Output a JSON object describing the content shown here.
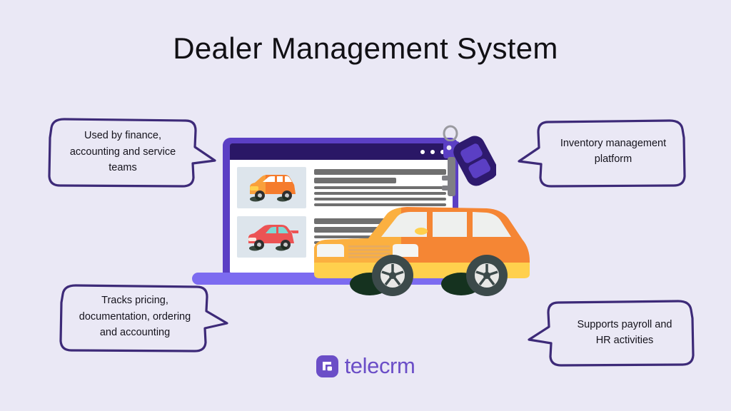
{
  "page": {
    "title": "Dealer Management System",
    "background_color": "#eae8f5",
    "title_color": "#111014"
  },
  "callouts": {
    "top_left": {
      "text": "Used by finance,\naccounting and service\nteams",
      "tail": "right",
      "outline_color": "#3d2a78"
    },
    "top_right": {
      "text": "Inventory management\nplatform",
      "tail": "left",
      "outline_color": "#3d2a78"
    },
    "bottom_left": {
      "text": "Tracks pricing,\ndocumentation, ordering\nand accounting",
      "tail": "right",
      "outline_color": "#3d2a78"
    },
    "bottom_right": {
      "text": "Supports payroll and\nHR activities",
      "tail": "left",
      "outline_color": "#3d2a78"
    }
  },
  "illustration": {
    "laptop": {
      "lid_color": "#5b3fc4",
      "base_color": "#7c6bf0",
      "browser_bar_color": "#2a1766",
      "window_dots": 3,
      "screen_background": "#ffffff",
      "listings": [
        {
          "vehicle": "orange-suv",
          "thumb_background": "#dde5ec",
          "body_color": "#f68c36"
        },
        {
          "vehicle": "red-sports-car",
          "thumb_background": "#dde5ec",
          "body_color": "#ec5354"
        }
      ],
      "placeholder_line_color": "#6f6f6f"
    },
    "car_keys": {
      "key_body_color": "#7f7f84",
      "key_head_color": "#5b3fc4",
      "fob_color": "#2e1a6e",
      "fob_button_color": "#5b3fc4",
      "ring_color": "#9a9aa0"
    },
    "foreground_car": {
      "vehicle": "orange-suv",
      "body_color": "#f58634",
      "lower_body_color": "#ffd04d",
      "window_color": "#eef0ee",
      "tire_color": "#3c4a4a",
      "rim_color": "#e8e8e6"
    }
  },
  "footer": {
    "logo_text": "telecrm",
    "logo_color": "#6b4ec7",
    "logo_mark_color": "#6b4ec7"
  }
}
